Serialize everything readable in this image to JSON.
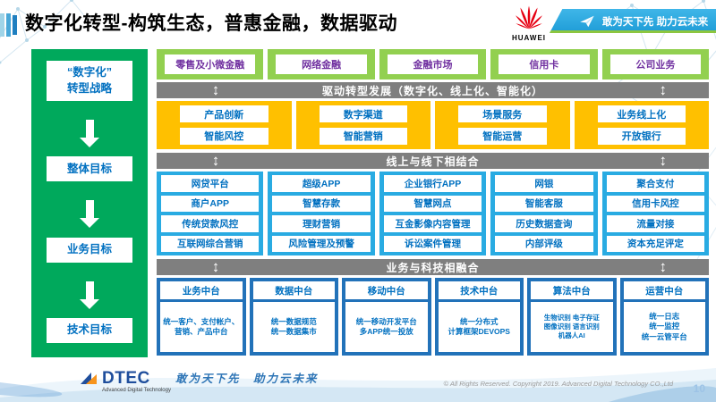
{
  "header": {
    "title": "数字化转型-构筑生态，普惠金融，数据驱动",
    "huawei_logo_text": "HUAWEI",
    "banner_text": "敢为天下先 助力云未来"
  },
  "sidebar": {
    "items": [
      {
        "label": "“数字化”\n转型战略"
      },
      {
        "label": "整体目标"
      },
      {
        "label": "业务目标"
      },
      {
        "label": "技术目标"
      }
    ]
  },
  "main": {
    "business_row": [
      "零售及小微金融",
      "网络金融",
      "金融市场",
      "信用卡",
      "公司业务"
    ],
    "dividers": [
      "驱动转型发展（数字化、线上化、智能化）",
      "线上与线下相结合",
      "业务与科技相融合"
    ],
    "yellow_rows": [
      [
        "产品创新",
        "数字渠道",
        "场景服务",
        "业务线上化"
      ],
      [
        "智能风控",
        "智能营销",
        "智能运营",
        "开放银行"
      ]
    ],
    "blue_rows": [
      [
        "网贷平台",
        "超级APP",
        "企业银行APP",
        "网银",
        "聚合支付"
      ],
      [
        "商户APP",
        "智慧存款",
        "智慧网点",
        "智能客服",
        "信用卡风控"
      ],
      [
        "传统贷款风控",
        "理财营销",
        "互金影像内容管理",
        "历史数据查询",
        "流量对接"
      ],
      [
        "互联网综合营销",
        "风险管理及预警",
        "诉讼案件管理",
        "内部评级",
        "资本充足评定"
      ]
    ],
    "platforms": [
      {
        "title": "业务中台",
        "desc": "统一客户、支付帐户、营销、产品中台"
      },
      {
        "title": "数据中台",
        "desc": "统一数据规范\n统一数据集市"
      },
      {
        "title": "移动中台",
        "desc": "统一移动开发平台\n多APP统一投放"
      },
      {
        "title": "技术中台",
        "desc": "统一分布式\n计算框架DEVOPS"
      },
      {
        "title": "算法中台",
        "desc": "生物识别 电子存证\n图像识别 语言识别\n机器人AI"
      },
      {
        "title": "运营中台",
        "desc": "统一日志\n统一监控\n统一云管平台"
      }
    ]
  },
  "footer": {
    "logo_text": "DTEC",
    "logo_subtext": "Advanced Digital Technology",
    "slogan": "敢为天下先　助力云未来",
    "copyright": "© All Rights Reserved. Copyright 2019. Advanced Digital Technology CO.,Ltd",
    "page_number": "10"
  },
  "colors": {
    "sidebar_green": "#00a95c",
    "row_green": "#92d050",
    "yellow": "#ffc000",
    "blue": "#29abe2",
    "platform_blue": "#2272b9",
    "divider_gray": "#7f7f7f",
    "text_blue": "#0070c0",
    "text_purple": "#7030a0",
    "huawei_red": "#e60012",
    "banner_blue": "#1e9cd7"
  }
}
